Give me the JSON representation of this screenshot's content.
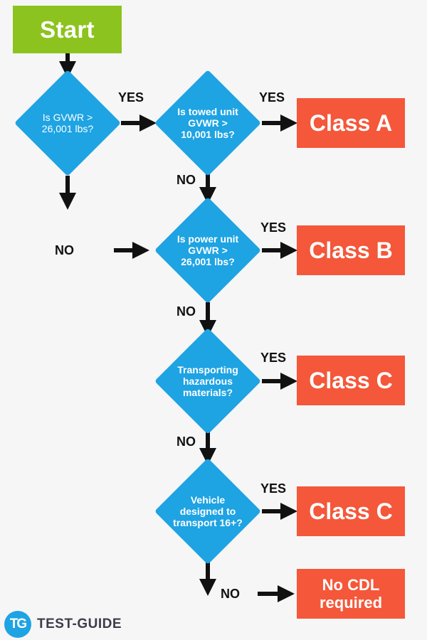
{
  "start": {
    "label": "Start"
  },
  "decisions": [
    {
      "id": "gvwr",
      "text": "Is GVWR > 26,001 lbs?"
    },
    {
      "id": "towed",
      "text": "Is towed unit GVWR > 10,001 lbs?"
    },
    {
      "id": "power",
      "text": "Is power unit GVWR > 26,001 lbs?"
    },
    {
      "id": "hazmat",
      "text": "Transporting hazardous materials?"
    },
    {
      "id": "transport16",
      "text": "Vehicle designed to transport 16+?"
    }
  ],
  "outcomes": [
    {
      "id": "class-a",
      "text": "Class A"
    },
    {
      "id": "class-b",
      "text": "Class B"
    },
    {
      "id": "class-c-1",
      "text": "Class C"
    },
    {
      "id": "class-c-2",
      "text": "Class C"
    },
    {
      "id": "no-cdl",
      "text": "No CDL required"
    }
  ],
  "edge_labels": {
    "yes": "YES",
    "no": "NO"
  },
  "colors": {
    "start": "#8cc31e",
    "decision": "#1ea3e3",
    "outcome": "#f4573a",
    "arrow": "#111111",
    "background": "#f6f6f6"
  },
  "logo": {
    "mark_text": "TG",
    "brand": "TEST-GUIDE",
    "icon": "test-guide-logo-icon"
  }
}
